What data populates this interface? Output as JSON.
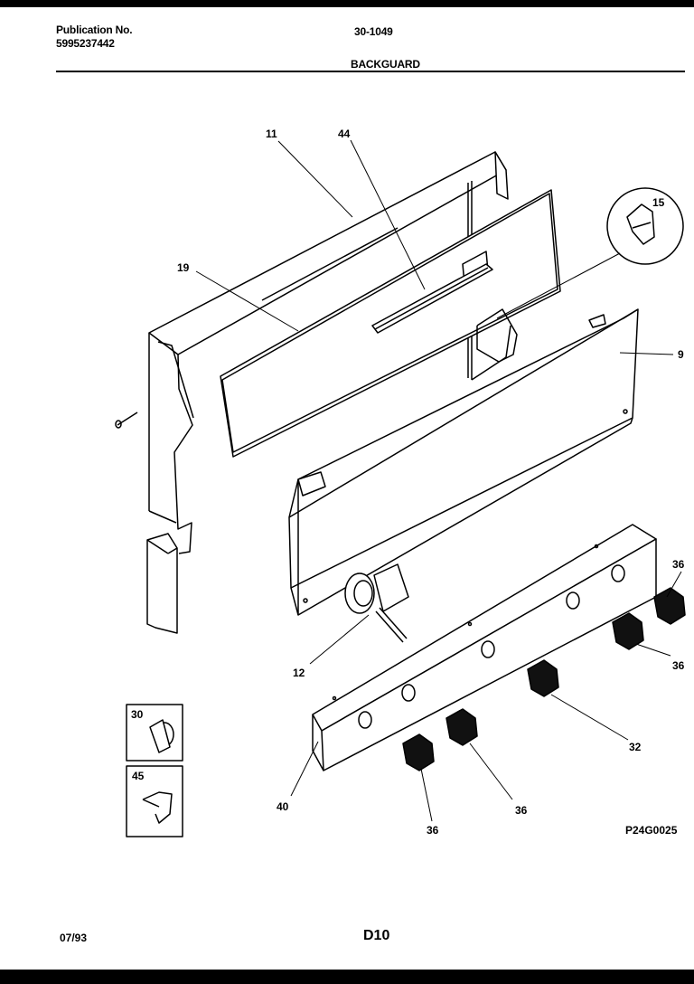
{
  "header": {
    "publication_label": "Publication No.",
    "publication_number": "5995237442",
    "model_code": "30-1049",
    "section_title": "BACKGUARD"
  },
  "callouts": {
    "c11": "11",
    "c44": "44",
    "c15": "15",
    "c19": "19",
    "c9": "9",
    "c36a": "36",
    "c36b": "36",
    "c12": "12",
    "c32": "32",
    "c36c": "36",
    "c30": "30",
    "c45": "45",
    "c40": "40",
    "c36d": "36"
  },
  "figure_code": "P24G0025",
  "footer": {
    "date": "07/93",
    "page": "D10"
  }
}
